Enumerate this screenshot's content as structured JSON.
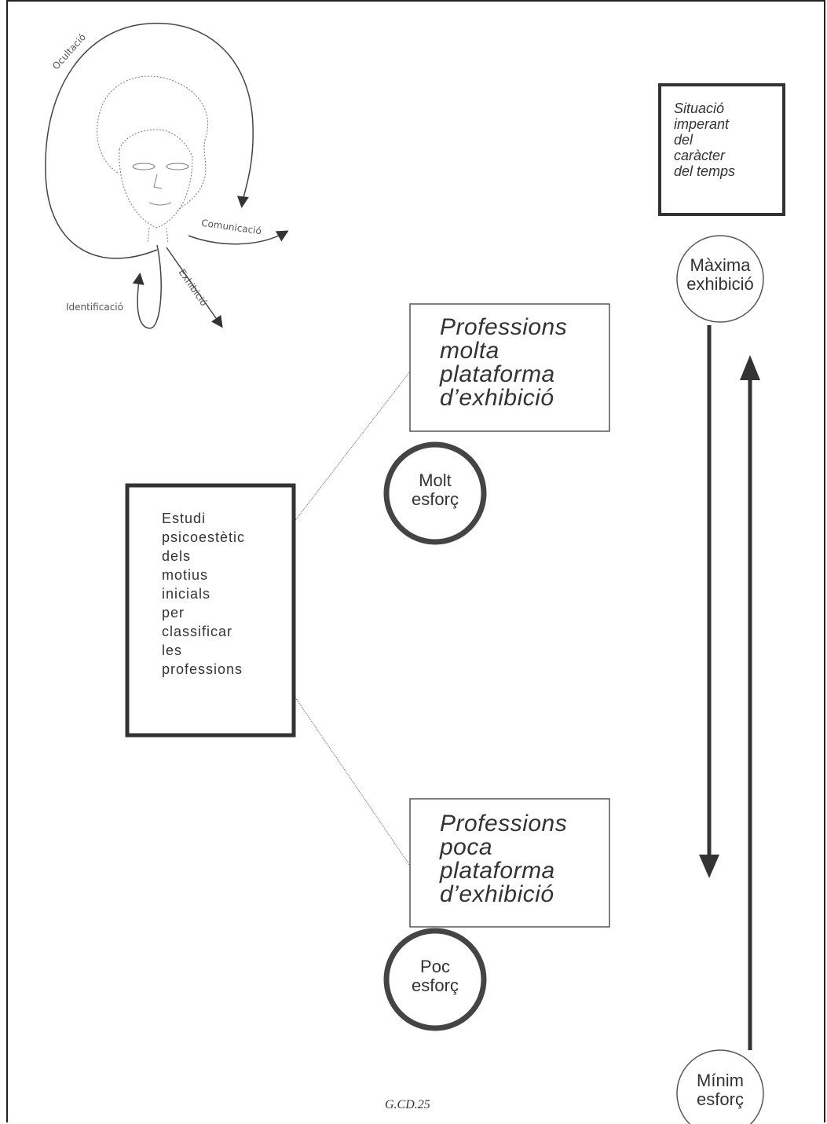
{
  "face_diagram": {
    "labels": {
      "ocultacio": "Ocultació",
      "comunicacio": "Comunicació",
      "exhibicio": "Exhibició",
      "identificacio": "Identificació"
    }
  },
  "situation_box": {
    "text": "Situació\nimperant\ndel\ncaràcter\ndel temps"
  },
  "maxima_circle": {
    "text": "Màxima\nexhibició"
  },
  "minim_circle": {
    "text": "Mínim\nesforç"
  },
  "professions_high_box": {
    "text": "Professions\nmolta\nplataforma\nd’exhibició"
  },
  "molt_circle": {
    "text": "Molt\nesforç"
  },
  "professions_low_box": {
    "text": "Professions\npoca\nplataforma\nd’exhibició"
  },
  "poc_circle": {
    "text": "Poc\nesforç"
  },
  "study_box": {
    "text": "Estudi\npsicoestètic\ndels\nmotius\ninicials\nper\nclassificar\nles\nprofessions"
  },
  "caption": "G.CD.25"
}
